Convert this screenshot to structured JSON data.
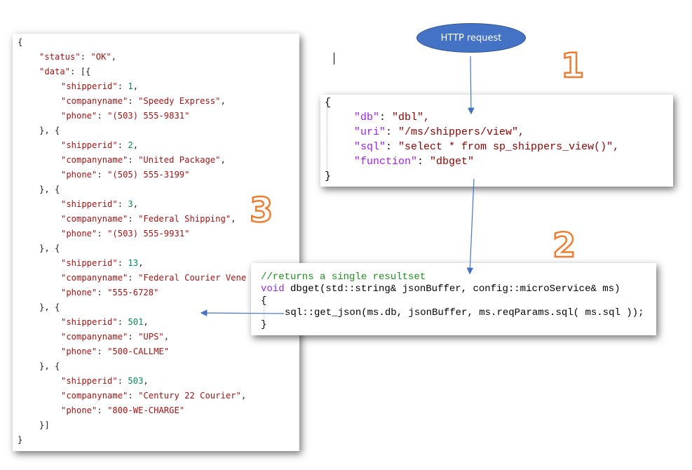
{
  "http_request_label": "HTTP request",
  "step_numbers": [
    "1",
    "2",
    "3"
  ],
  "accent_color": "#ed7d31",
  "request_config": {
    "open": "{",
    "entries": [
      {
        "key": "\"db\"",
        "value": "\"dbl\","
      },
      {
        "key": "\"uri\"",
        "value": "\"/ms/shippers/view\","
      },
      {
        "key": "\"sql\"",
        "value": "\"select * from sp_shippers_view()\","
      },
      {
        "key": "\"function\"",
        "value": "\"dbget\""
      }
    ],
    "close": "}"
  },
  "function_code": {
    "comment": "//returns a single resultset",
    "keyword": "void",
    "signature": " dbget(std::string& jsonBuffer, config::microService& ms)",
    "open": "{",
    "body": "sql::get_json(ms.db, jsonBuffer, ms.reqParams.sql( ms.sql ));",
    "close": "}"
  },
  "response": {
    "open": "{",
    "status_key": "\"status\"",
    "status_value": "\"OK\"",
    "data_key": "\"data\"",
    "shippers": [
      {
        "shipperid": "1",
        "companyname": "\"Speedy Express\"",
        "phone": "\"(503) 555-9831\""
      },
      {
        "shipperid": "2",
        "companyname": "\"United Package\"",
        "phone": "\"(505) 555-3199\""
      },
      {
        "shipperid": "3",
        "companyname": "\"Federal Shipping\"",
        "phone": "\"(503) 555-9931\""
      },
      {
        "shipperid": "13",
        "companyname": "\"Federal Courier Vene",
        "phone": "\"555-6728\""
      },
      {
        "shipperid": "501",
        "companyname": "\"UPS\"",
        "phone": "\"500-CALLME\""
      },
      {
        "shipperid": "503",
        "companyname": "\"Century 22 Courier\"",
        "phone": "\"800-WE-CHARGE\""
      }
    ],
    "close_array": "}]",
    "close": "}"
  }
}
